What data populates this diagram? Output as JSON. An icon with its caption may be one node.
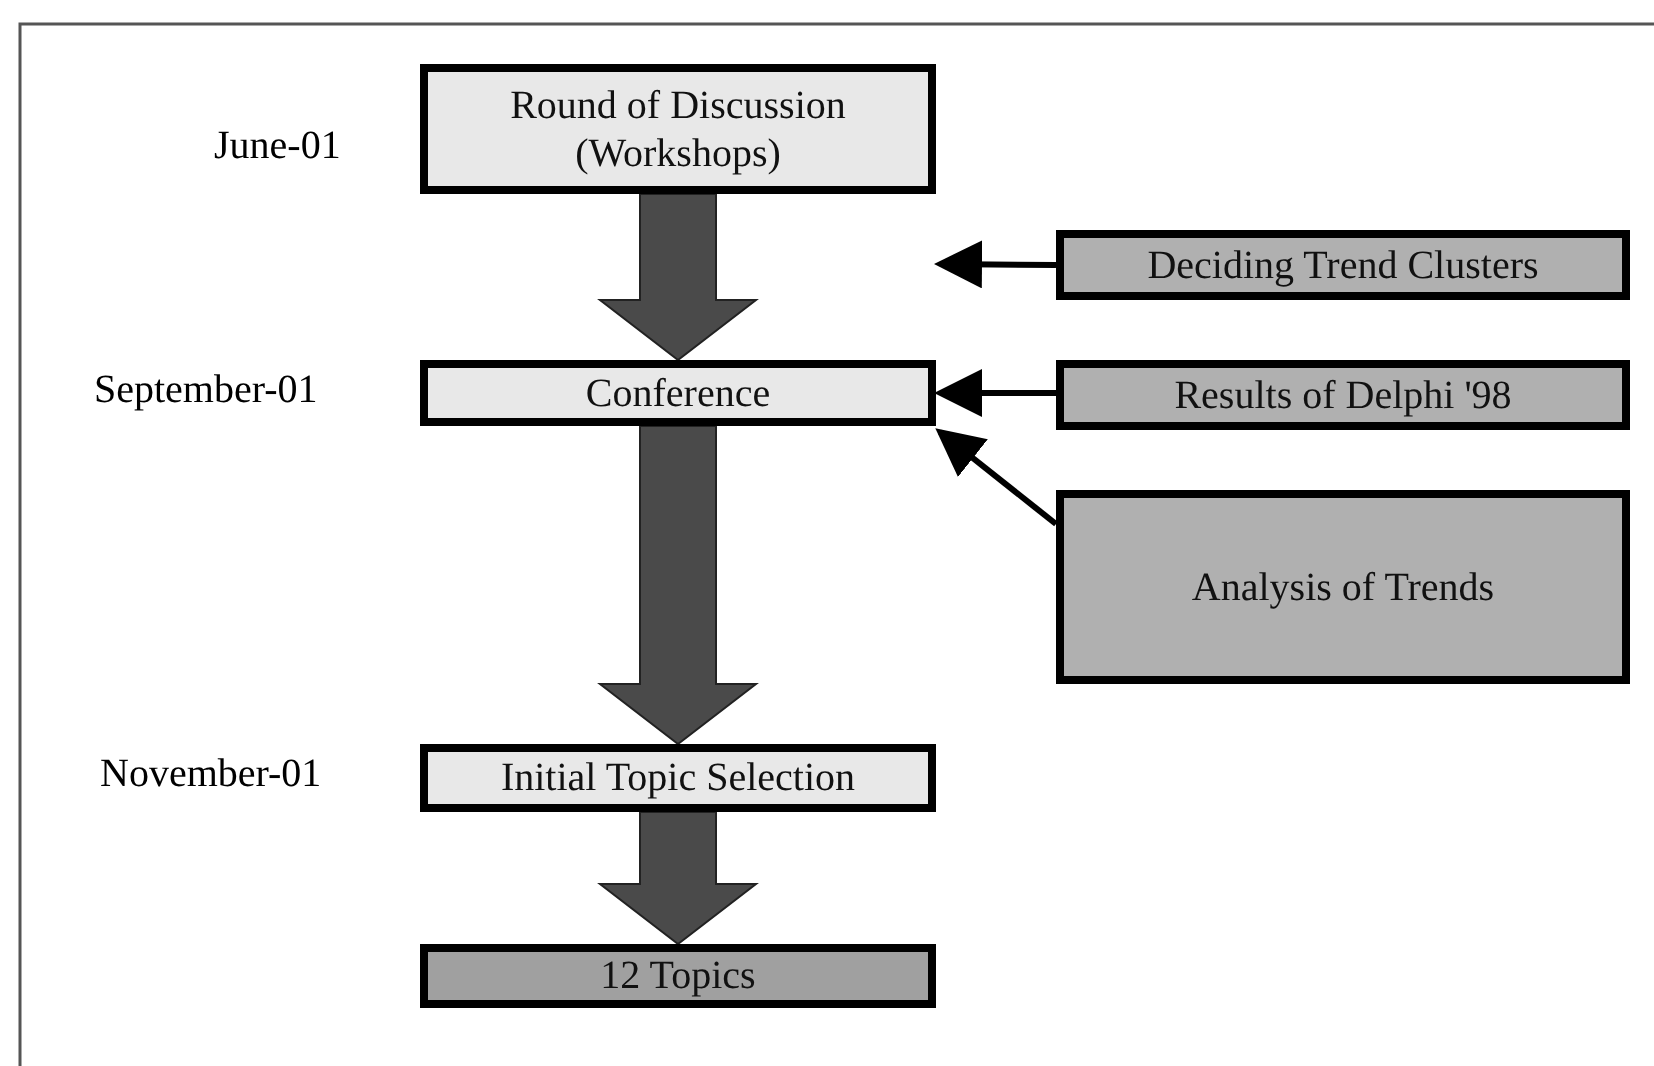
{
  "diagram": {
    "nodes": [
      {
        "text": [
          "Round of Discussion (Workshops)"
        ],
        "beside": [
          "June-01"
        ]
      },
      {
        "text": [
          "Conference"
        ],
        "beside": [
          "September-01"
        ]
      },
      {
        "text": [
          "Initial Topic Selection"
        ],
        "beside": [
          "November-01"
        ]
      },
      {
        "text": [
          "12 Topics"
        ]
      },
      {
        "text": [
          "Deciding Trend Clusters"
        ]
      },
      {
        "text": [
          "Results of Delphi '98"
        ]
      },
      {
        "text": [
          "Analysis of Trends"
        ]
      }
    ],
    "edges": [
      {
        "from": 0,
        "to": 1,
        "arrow": "to",
        "style": "thick"
      },
      {
        "from": 1,
        "to": 2,
        "arrow": "to",
        "style": "thick"
      },
      {
        "from": 2,
        "to": 3,
        "arrow": "to",
        "style": "thick"
      },
      {
        "from": 4,
        "to": null,
        "arrow": "to"
      },
      {
        "from": 5,
        "to": 1,
        "arrow": "to"
      },
      {
        "from": 6,
        "to": 1,
        "arrow": "to"
      }
    ]
  }
}
